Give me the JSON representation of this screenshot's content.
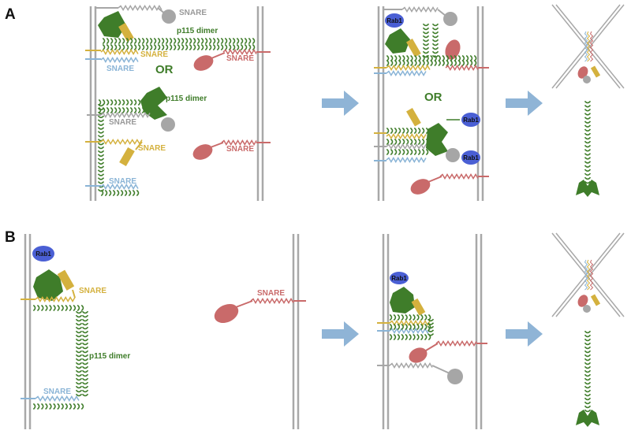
{
  "panels": {
    "a": "A",
    "b": "B"
  },
  "labels": {
    "snare": "SNARE",
    "p115_dimer": "p115 dimer",
    "or": "OR",
    "rab1": "Rab1"
  },
  "colors": {
    "membrane": "#a8a8a8",
    "p115": "#3f7d2a",
    "yellow_snare": "#d4b13e",
    "blue_snare": "#8ab4d6",
    "red_snare": "#c96a6a",
    "grey_snare": "#a6a6a6",
    "rab1": "#4a5fd4",
    "arrow": "#8fb4d6"
  }
}
